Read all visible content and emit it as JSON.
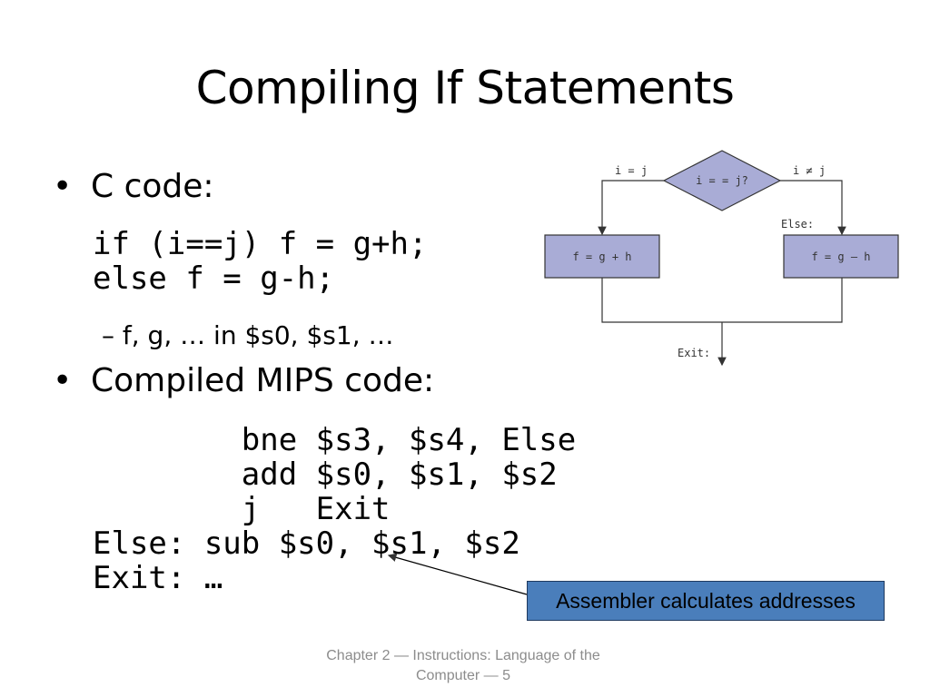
{
  "slide": {
    "title": "Compiling If Statements",
    "bullet_marker": "•",
    "bullet1": "C code:",
    "c_code": "if (i==j) f = g+h;\nelse f = g-h;",
    "sub_bullet": "– f, g, … in $s0, $s1, …",
    "bullet2": "Compiled MIPS code:",
    "mips_code": "        bne $s3, $s4, Else\n        add $s0, $s1, $s2\n        j   Exit\nElse: sub $s0, $s1, $s2\nExit: …",
    "callout": "Assembler calculates addresses",
    "footer": "Chapter 2 — Instructions: Language of the Computer — 5"
  },
  "flowchart": {
    "decision": "i = = j?",
    "left_edge_label": "i = j",
    "right_edge_label": "i ≠ j",
    "left_box": "f = g + h",
    "right_box": "f = g – h",
    "else_label": "Else:",
    "exit_label": "Exit:",
    "box_fill": "#a9acd6",
    "stroke": "#333333"
  },
  "colors": {
    "callout_fill": "#4a7ebb",
    "footer_text": "#8c8c8c"
  }
}
